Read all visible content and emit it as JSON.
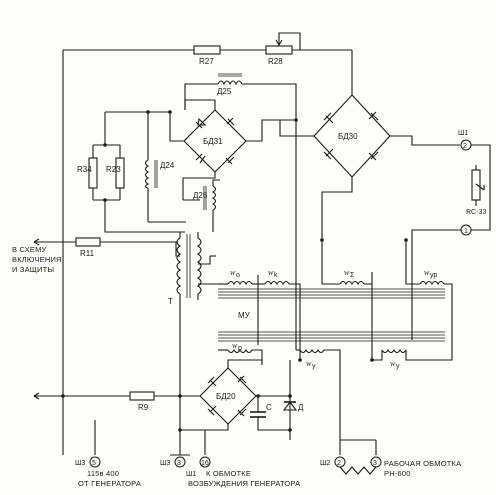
{
  "resistors": {
    "r27": "R27",
    "r28": "R28",
    "r34": "R34",
    "r23": "R23",
    "r11": "R11",
    "r9": "R9",
    "rc33": "RC-33"
  },
  "chokes": {
    "d25": "Д25",
    "d24": "Д24",
    "d26": "Д26"
  },
  "bridges": {
    "bd31": "БД31",
    "bd30": "БД30",
    "bd20": "БД20"
  },
  "other": {
    "transformer": "T",
    "capacitor": "C",
    "diode": "Д",
    "core": "МУ",
    "w_o": "w",
    "w_o_sub": "o",
    "w_k": "w",
    "w_k_sub": "k",
    "w_sigma": "w",
    "w_sigma_sub": "Σ",
    "w_yr": "w",
    "w_yr_sub": "ур",
    "w_p": "w",
    "w_p_sub": "p",
    "w_y1": "w",
    "w_y1_sub": "y",
    "w_y2": "w",
    "w_y2_sub": "y"
  },
  "terminals": {
    "sh1_label": "Ш1",
    "sh1_num": "2",
    "sh1b_num": "1",
    "sh3a_label": "Ш3",
    "sh3a_num": "5",
    "sh3b_label": "Ш3",
    "sh3b_num": "3",
    "sh1c_label": "Ш1",
    "sh1c_num": "16",
    "sh2_label": "Ш2",
    "sh2_num": "2",
    "sh2b_num": "3"
  },
  "captions": {
    "to_scheme_1": "В СХЕМУ",
    "to_scheme_2": "ВКЛЮЧЕНИЯ",
    "to_scheme_3": "И ЗАЩИТЫ",
    "gen_1": "115в 400",
    "gen_2": "ОТ ГЕНЕРАТОРА",
    "exc_1": "К ОБМОТКЕ",
    "exc_2": "ВОЗБУЖДЕНИЯ ГЕНЕРАТОРА",
    "work_1": "РАБОЧАЯ ОБМОТКА",
    "work_2": "РН-600"
  }
}
